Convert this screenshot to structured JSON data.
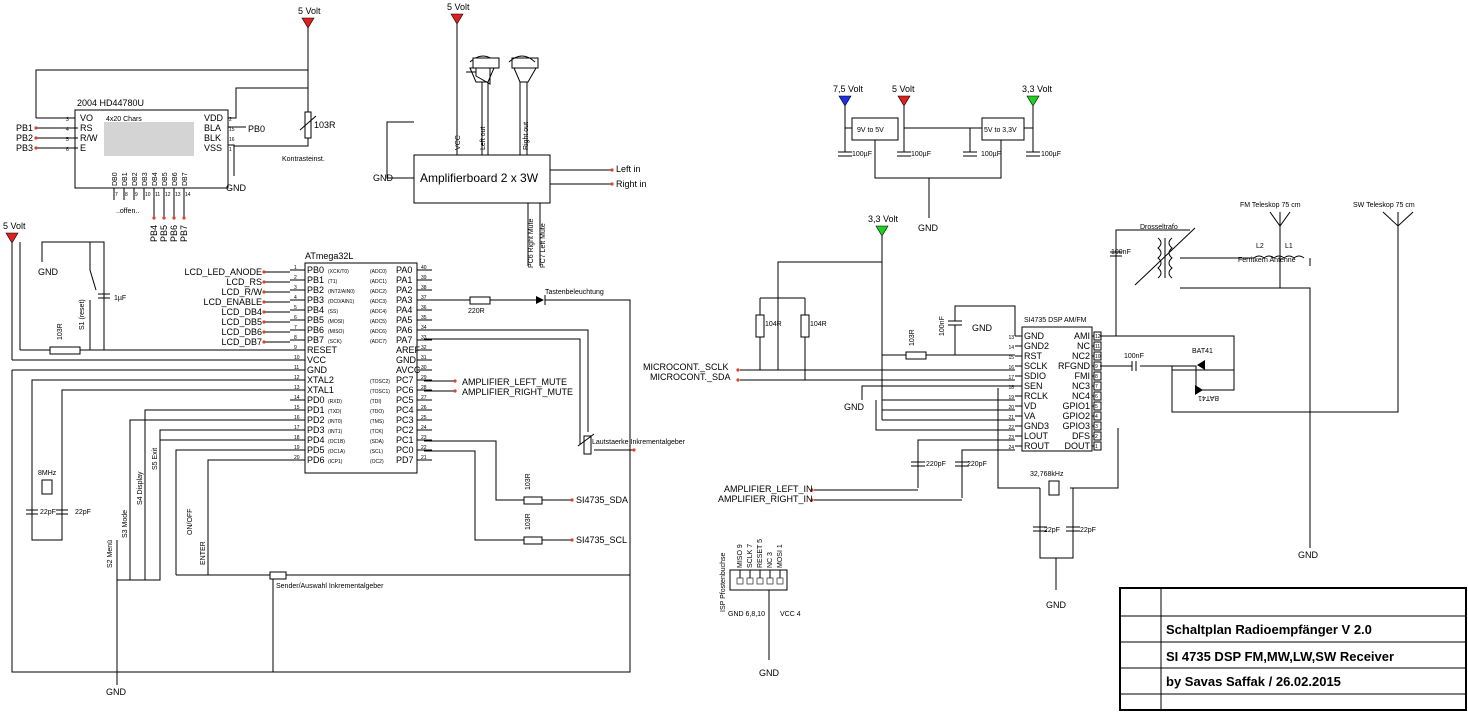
{
  "power": {
    "v5": "5 Volt",
    "v75": "7,5 Volt",
    "v33": "3,3 Volt",
    "gnd": "GND"
  },
  "lcd": {
    "title": "2004 HD44780U",
    "chars": "4x20 Chars",
    "left_pins": [
      "VO",
      "RS",
      "R/W",
      "E"
    ],
    "left_nums": [
      "3",
      "4",
      "5",
      "6"
    ],
    "right_pins": [
      "VDD",
      "BLA",
      "BLK",
      "VSS"
    ],
    "right_nums": [
      "2",
      "15",
      "16",
      "1"
    ],
    "db_pins": [
      "DB0",
      "DB1",
      "DB2",
      "DB3",
      "DB4",
      "DB5",
      "DB6",
      "DB7"
    ],
    "db_nums": [
      "7",
      "8",
      "9",
      "10",
      "11",
      "12",
      "13",
      "14"
    ],
    "port_left": [
      "PB1",
      "PB2",
      "PB3"
    ],
    "pb0": "PB0",
    "offen": "..offen..",
    "port_bottom": [
      "PB4",
      "PB5",
      "PB6",
      "PB7"
    ]
  },
  "contrast": {
    "value": "103R",
    "label": "Kontrasteinst."
  },
  "amp": {
    "title": "Amplifierboard 2 x 3W",
    "vcc": "VCC",
    "left_out": "Left out",
    "right_out": "Right out",
    "left_in": "Left in",
    "right_in": "Right in",
    "pc6": "PC6 Right Mute",
    "pc7": "PC7 Left Mute"
  },
  "reset": {
    "r": "103R",
    "switch": "S1 (reset)",
    "cap": "1µF"
  },
  "mcu": {
    "title": "ATmega32L",
    "left_names": [
      "PB0",
      "PB1",
      "PB2",
      "PB3",
      "PB4",
      "PB5",
      "PB6",
      "PB7",
      "RESET",
      "VCC",
      "GND",
      "XTAL2",
      "XTAL1",
      "PD0",
      "PD1",
      "PD2",
      "PD3",
      "PD4",
      "PD5",
      "PD6"
    ],
    "left_alts": [
      "(XCK/T0)",
      "(T1)",
      "(INT2/AIN0)",
      "(OC0/AIN1)",
      "(SS)",
      "(MOSI)",
      "(MISO)",
      "(SCK)",
      "",
      "",
      "",
      "",
      "",
      "(RXD)",
      "(TXD)",
      "(INT0)",
      "(INT1)",
      "(OC1B)",
      "(OC1A)",
      "(ICP1)"
    ],
    "right_names": [
      "PA0",
      "PA1",
      "PA2",
      "PA3",
      "PA4",
      "PA5",
      "PA6",
      "PA7",
      "AREF",
      "GND",
      "AVCC",
      "PC7",
      "PC6",
      "PC5",
      "PC4",
      "PC3",
      "PC2",
      "PC1",
      "PC0",
      "PD7"
    ],
    "right_alts": [
      "(ADC0)",
      "(ADC1)",
      "(ADC2)",
      "(ADC3)",
      "(ADC4)",
      "(ADC5)",
      "(ADC6)",
      "(ADC7)",
      "",
      "",
      "",
      "(TOSC2)",
      "(TOSC1)",
      "(TDI)",
      "(TDO)",
      "(TMS)",
      "(TCK)",
      "(SDA)",
      "(SCL)",
      "(OC2)"
    ],
    "right_nums": [
      "40",
      "39",
      "38",
      "37",
      "36",
      "35",
      "34",
      "33",
      "32",
      "31",
      "30",
      "29",
      "28",
      "27",
      "26",
      "25",
      "24",
      "23",
      "22",
      "21"
    ],
    "signals": [
      "LCD_LED_ANODE",
      "LCD_RS",
      "LCD_R/W",
      "LCD_ENABLE",
      "LCD_DB4",
      "LCD_DB5",
      "LCD_DB6",
      "LCD_DB7"
    ],
    "amp_left_mute": "AMPLIFIER_LEFT_MUTE",
    "amp_right_mute": "AMPLIFIER_RIGHT_MUTE"
  },
  "misc": {
    "r220": "220R",
    "led": "Tastenbeleuchtung",
    "vol": "Lautstaerke Inkrementalgeber",
    "r_sda": "103R",
    "r_scl": "103R",
    "sda": "SI4735_SDA",
    "scl": "SI4735_SCL",
    "crystal": "8MHz",
    "c1": "22pF",
    "c2": "22pF",
    "s2": "S2 Menü",
    "s3": "S3 Mode",
    "s4": "S4 Display",
    "s5": "S5 Exit",
    "onoff": "ON/OFF",
    "enter": "ENTER",
    "sender": "Sender/Auswahl Inkrementalgeber"
  },
  "isp": {
    "title": "ISP Pfostenbuchse",
    "pins": [
      "MISO 9",
      "SCLK 7",
      "RESET 5",
      "NC 3",
      "MOSI 1"
    ],
    "bottom_left": "GND 6,8,10",
    "bottom_right": "VCC 4"
  },
  "reg": {
    "r1": "9V to 5V",
    "r2": "5V to 3,3V",
    "caps": [
      "100µF",
      "100µF",
      "100µF",
      "100µF"
    ]
  },
  "si": {
    "title": "SI4735 DSP AM/FM",
    "left_names": [
      "GND",
      "GND2",
      "RST",
      "SCLK",
      "SDIO",
      "SEN",
      "RCLK",
      "VD",
      "VA",
      "GND3",
      "LOUT",
      "ROUT"
    ],
    "left_nums": [
      "13",
      "14",
      "15",
      "16",
      "17",
      "18",
      "19",
      "20",
      "21",
      "22",
      "23",
      "24"
    ],
    "right_names": [
      "AMI",
      "NC",
      "NC2",
      "RFGND",
      "FMI",
      "NC3",
      "NC4",
      "GPIO1",
      "GPIO2",
      "GPIO3",
      "DFS",
      "DOUT"
    ],
    "right_nums": [
      "12",
      "11",
      "10",
      "9",
      "8",
      "7",
      "6",
      "5",
      "4",
      "3",
      "2",
      "1"
    ],
    "r104a": "104R",
    "r104b": "104R",
    "r103": "103R",
    "c100n": "100nF",
    "sclk": "MICROCONT._SCLK",
    "sda": "MICROCONT._SDA",
    "c220a": "220pF",
    "c220b": "220pF",
    "amp_l": "AMPLIFIER_LEFT_IN",
    "amp_r": "AMPLIFIER_RIGHT_IN",
    "xtal": "32,768kHz",
    "c22a": "22pF",
    "c22b": "22pF",
    "c100n_fm": "100nF",
    "c100n_ant": "100nF",
    "bat1": "BAT41",
    "bat2": "BAT41",
    "dross": "Drosseltrafo",
    "fm_ant": "FM Teleskop 75 cm",
    "sw_ant": "SW Teleskop 75 cm",
    "l2": "L2",
    "l1": "L1",
    "ferrit": "Ferritkern Antenne"
  },
  "titleblock": {
    "line1": "Schaltplan Radioempfänger V 2.0",
    "line2": "SI 4735 DSP FM,MW,LW,SW Receiver",
    "line3": "by Savas Saffak   /   26.02.2015"
  }
}
